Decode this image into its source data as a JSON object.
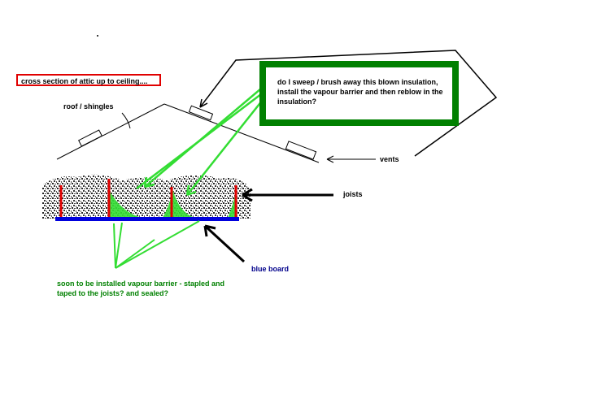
{
  "labels": {
    "title": "cross section of attic up to ceiling....",
    "roof": "roof / shingles",
    "vents": "vents",
    "joists": "joists",
    "blue_board": "blue board",
    "question": "do I sweep / brush away this blown insulation, install the vapour barrier and then reblow in the insulation?",
    "vapour_barrier_note": "soon to be installed vapour barrier - stapled and taped to the joists? and sealed?"
  },
  "colors": {
    "joist": "#e00000",
    "board": "#0000dd",
    "barrier": "#33dd33",
    "box_border": "#008000",
    "title_border": "#e00000"
  }
}
